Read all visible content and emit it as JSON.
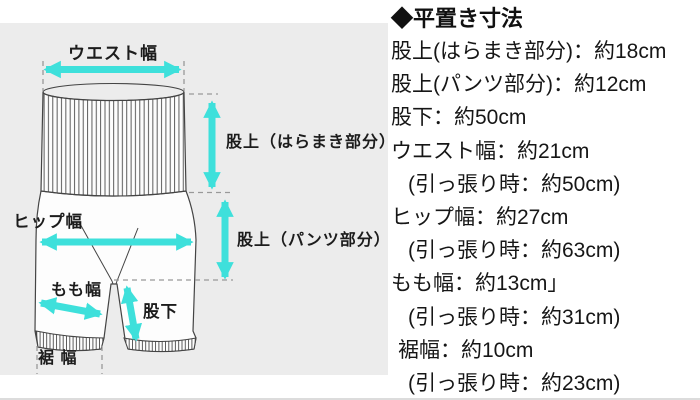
{
  "colors": {
    "accent_arrow": "#3EE0DB",
    "panel_bg": "#ececec",
    "outline": "#444444",
    "dashed_guide": "#999999",
    "text": "#161616"
  },
  "diagram": {
    "labels": {
      "waist": "ウエスト幅",
      "rise_haramaki": "股上（はらまき部分）",
      "rise_pants": "股上（パンツ部分）",
      "hip": "ヒップ幅",
      "thigh": "もも幅",
      "inseam": "股下",
      "hem": "裾 幅"
    }
  },
  "measurements": {
    "title": "◆平置き寸法",
    "lines": [
      {
        "text": "股上(はらまき部分)：約18cm"
      },
      {
        "text": "股上(パンツ部分)：約12cm"
      },
      {
        "text": "股下：約50cm"
      },
      {
        "text": "ウエスト幅：約21cm"
      },
      {
        "text": "(引っ張り時：約50cm)"
      },
      {
        "text": "ヒップ幅：約27cm"
      },
      {
        "text": "(引っ張り時：約63cm)"
      },
      {
        "text": "もも幅：約13cm」"
      },
      {
        "text": "(引っ張り時：約31cm)"
      },
      {
        "text": "裾幅：約10cm"
      },
      {
        "text": "(引っ張り時：約23cm)"
      }
    ]
  }
}
